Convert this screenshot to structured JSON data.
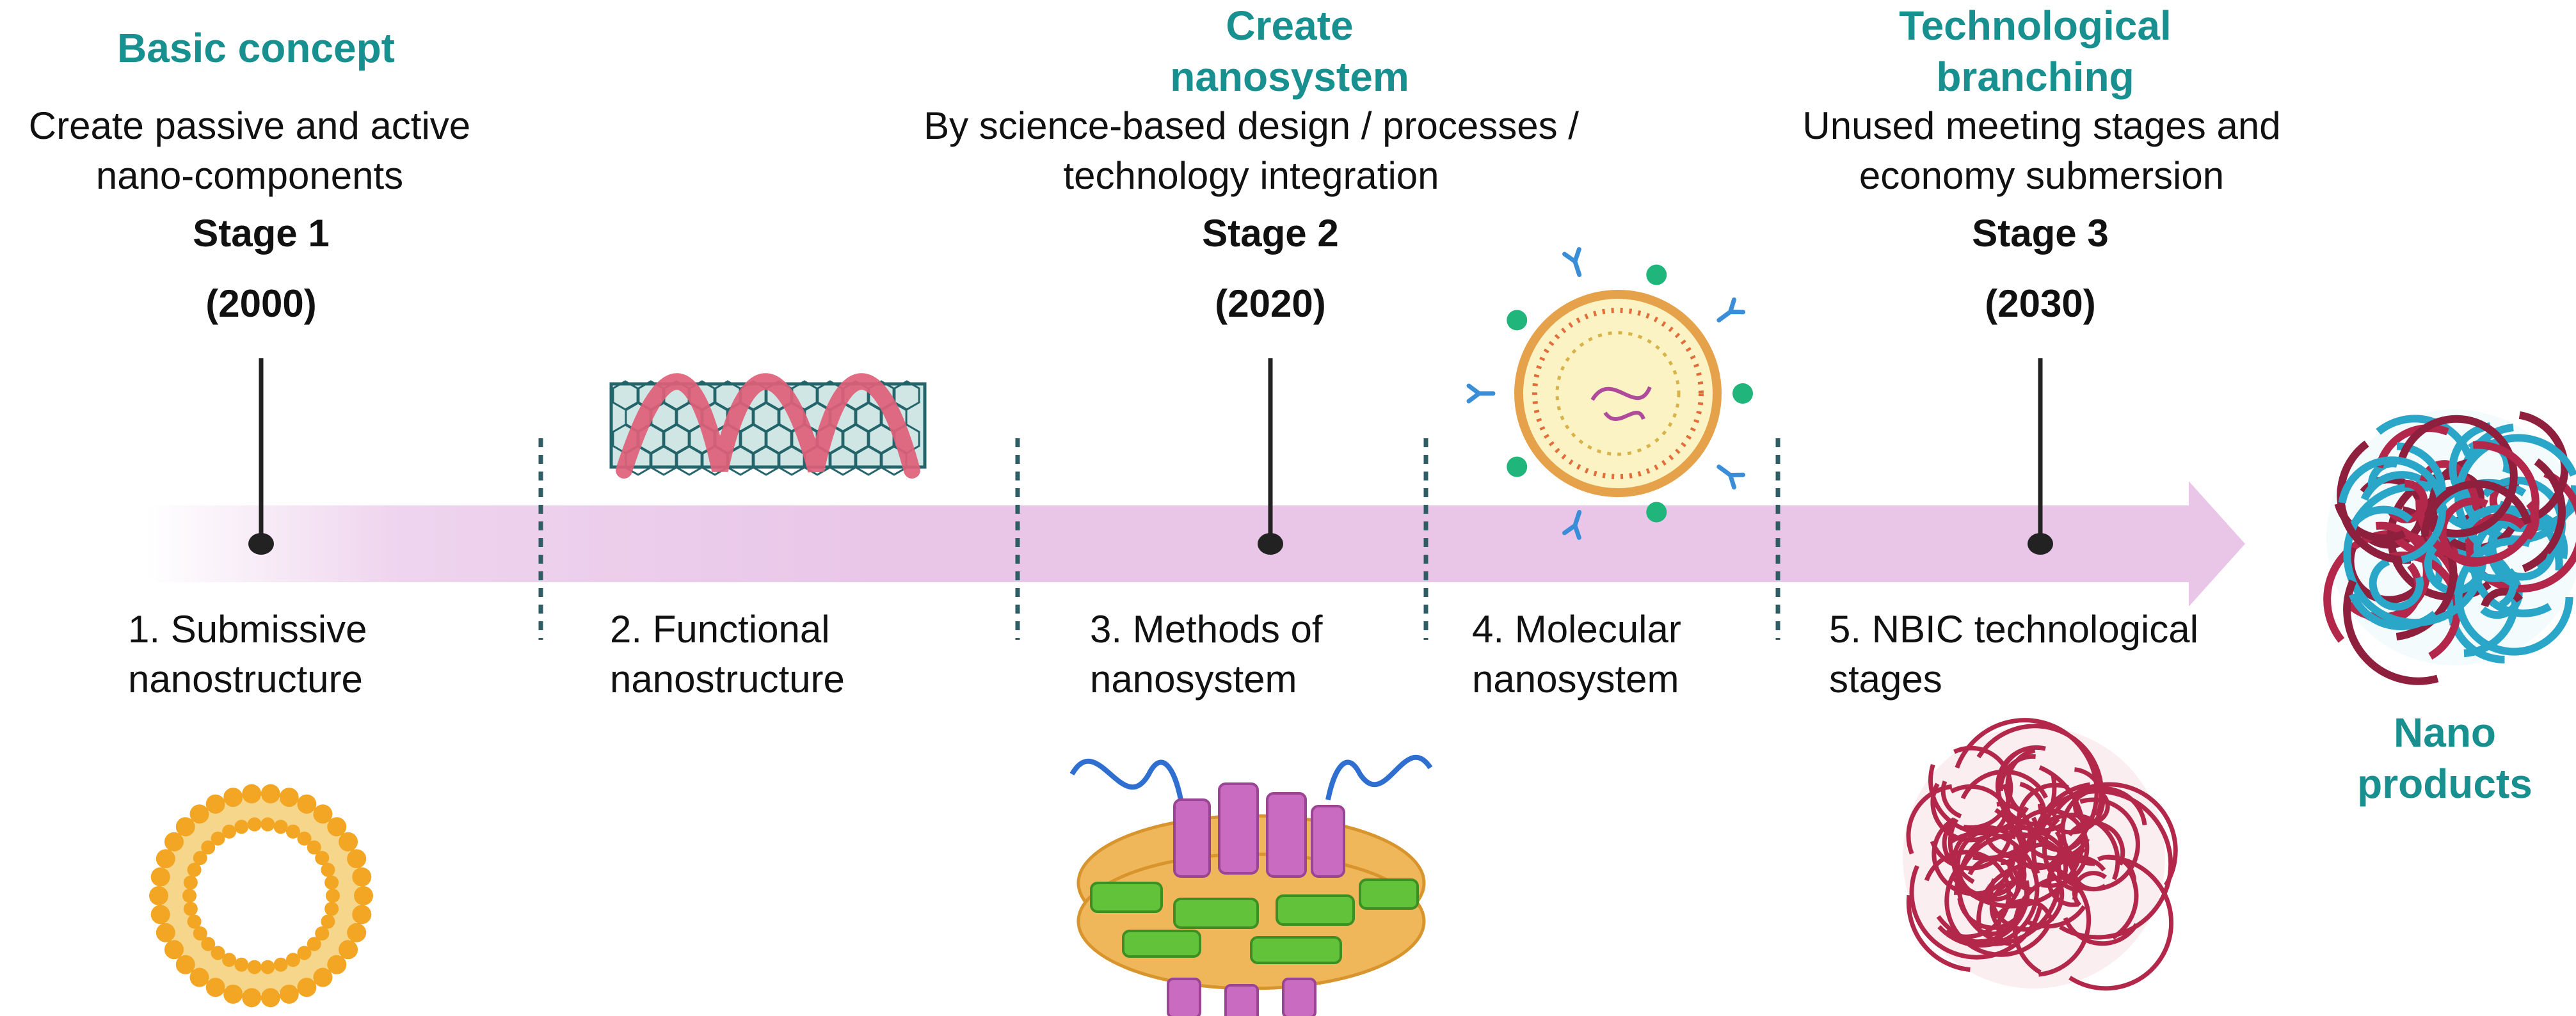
{
  "stages": [
    {
      "heading": "Basic concept",
      "description": "Create passive and active nano-components",
      "stage": "Stage 1",
      "year": "(2000)"
    },
    {
      "heading": "Create nanosystem",
      "description": "By science-based design / processes / technology integration",
      "stage": "Stage 2",
      "year": "(2020)"
    },
    {
      "heading": "Technological branching",
      "description": "Unused meeting stages and economy submersion",
      "stage": "Stage 3",
      "year": "(2030)"
    }
  ],
  "steps": [
    {
      "label": "1. Submissive nanostructure",
      "icon": "liposome-ring-icon"
    },
    {
      "label": "2. Functional nanostructure",
      "icon": "nanotube-helix-icon"
    },
    {
      "label": "3. Methods of nanosystem",
      "icon": "membrane-protein-icon"
    },
    {
      "label": "4. Molecular nanosystem",
      "icon": "nanoparticle-antibody-icon"
    },
    {
      "label": "5. NBIC technological stages",
      "icon": "tangled-coil-icon"
    }
  ],
  "result": {
    "label": "Nano products",
    "icon": "nano-product-sphere-icon"
  },
  "colors": {
    "accent": "#17908f",
    "arrow": "#e9c6e8",
    "ring": "#f2a623",
    "tube": "#23656a",
    "helix": "#e0607a",
    "coil_red": "#b3284a",
    "coil_blue": "#2aa6c8",
    "protein": "#c96bc0",
    "membrane_green": "#62c23a"
  }
}
